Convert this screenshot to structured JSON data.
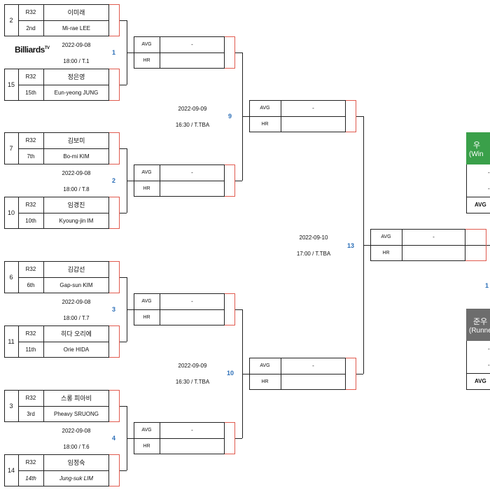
{
  "logo": {
    "text": "Billiards",
    "sup": "TV"
  },
  "matches": [
    {
      "num": "1",
      "date": "2022-09-08",
      "time": "18:00 / T.1",
      "players": [
        {
          "seed": "2",
          "round": "R32",
          "rank": "2nd",
          "name_ko": "이미래",
          "name_en": "Mi-rae LEE"
        },
        {
          "seed": "15",
          "round": "R32",
          "rank": "15th",
          "name_ko": "정은영",
          "name_en": "Eun-yeong JUNG"
        }
      ]
    },
    {
      "num": "2",
      "date": "2022-09-08",
      "time": "18:00 / T.8",
      "players": [
        {
          "seed": "7",
          "round": "R32",
          "rank": "7th",
          "name_ko": "김보미",
          "name_en": "Bo-mi KIM"
        },
        {
          "seed": "10",
          "round": "R32",
          "rank": "10th",
          "name_ko": "임경진",
          "name_en": "Kyoung-jin IM"
        }
      ]
    },
    {
      "num": "3",
      "date": "2022-09-08",
      "time": "18:00 / T.7",
      "players": [
        {
          "seed": "6",
          "round": "R32",
          "rank": "6th",
          "name_ko": "김갑선",
          "name_en": "Gap-sun KIM"
        },
        {
          "seed": "11",
          "round": "R32",
          "rank": "11th",
          "name_ko": "히다 오리에",
          "name_en": "Orie HIDA"
        }
      ]
    },
    {
      "num": "4",
      "date": "2022-09-08",
      "time": "18:00 / T.6",
      "players": [
        {
          "seed": "3",
          "round": "R32",
          "rank": "3rd",
          "name_ko": "스롱 피아비",
          "name_en": "Pheavy SRUONG"
        },
        {
          "seed": "14",
          "round": "R32",
          "rank": "14th",
          "name_ko": "임정숙",
          "name_en": "Jung-suk LIM"
        }
      ]
    }
  ],
  "qf": [
    {
      "avg_label": "AVG",
      "hr_label": "HR",
      "avg_value": "-"
    },
    {
      "avg_label": "AVG",
      "hr_label": "HR",
      "avg_value": "-"
    },
    {
      "avg_label": "AVG",
      "hr_label": "HR",
      "avg_value": "-"
    },
    {
      "avg_label": "AVG",
      "hr_label": "HR",
      "avg_value": "-"
    }
  ],
  "sf_matches": [
    {
      "num": "9",
      "date": "2022-09-09",
      "time": "16:30 / T.TBA",
      "avg_label": "AVG",
      "hr_label": "HR",
      "avg_value": "-"
    },
    {
      "num": "10",
      "date": "2022-09-09",
      "time": "16:30 / T.TBA",
      "avg_label": "AVG",
      "hr_label": "HR",
      "avg_value": "-"
    }
  ],
  "final_match": {
    "num": "13",
    "date": "2022-09-10",
    "time": "17:00 / T.TBA",
    "avg_label": "AVG",
    "hr_label": "HR",
    "avg_value": "-"
  },
  "winner": {
    "title": "우",
    "subtitle": "(Win",
    "row1": "-",
    "row2": "-",
    "avg_label": "AVG",
    "color": "#3aa04a"
  },
  "runner_up": {
    "title": "준우",
    "subtitle": "(Runne",
    "row1": "-",
    "row2": "-",
    "avg_label": "AVG",
    "color": "#6d6d6d"
  },
  "right_num": "1"
}
